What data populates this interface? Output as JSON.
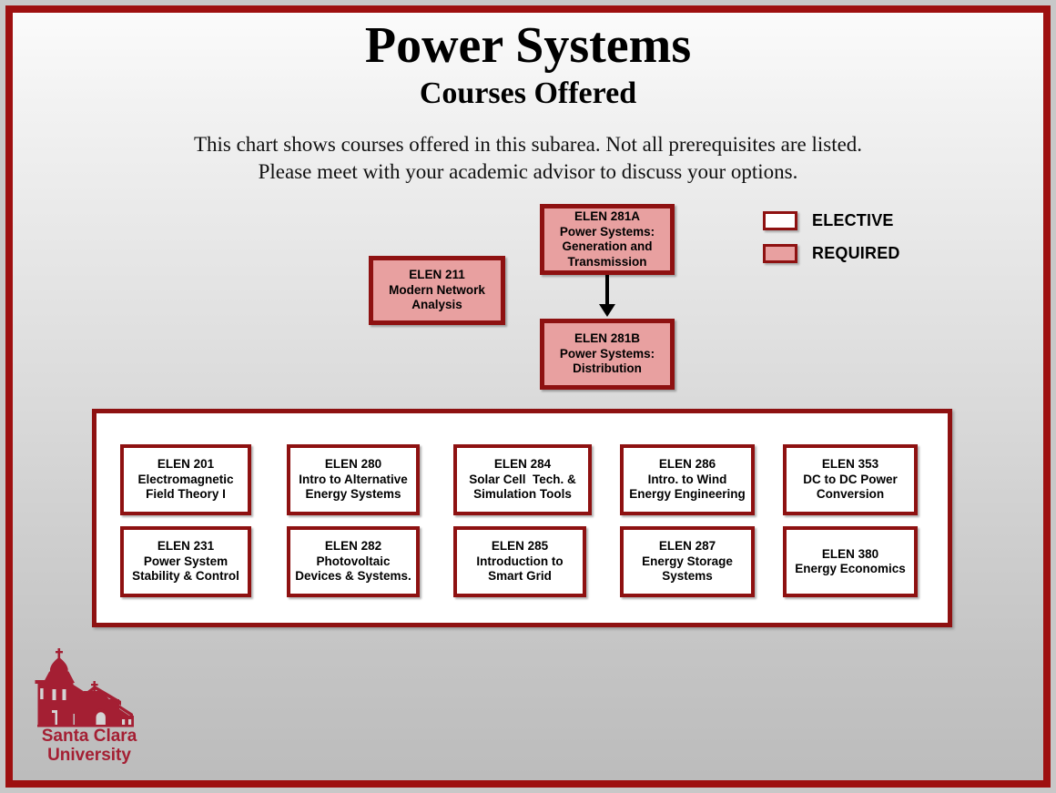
{
  "page": {
    "title": "Power Systems",
    "subtitle": "Courses Offered",
    "description_line_1": "This chart shows courses offered in this subarea. Not all prerequisites are listed.",
    "description_line_2": "Please meet with your academic advisor to discuss your options.",
    "frame_color": "#9e1010",
    "required_fill": "#e8a0a0",
    "elective_fill": "#ffffff",
    "box_border_color": "#8e1111",
    "logo_color": "#a41f33"
  },
  "legend": {
    "items": [
      {
        "label": "ELECTIVE",
        "type": "elective"
      },
      {
        "label": "REQUIRED",
        "type": "required"
      }
    ]
  },
  "required_courses": [
    {
      "code": "ELEN 211",
      "name": "Modern Network\nAnalysis"
    },
    {
      "code": "ELEN 281A",
      "name": "Power Systems:\nGeneration and\nTransmission"
    },
    {
      "code": "ELEN 281B",
      "name": "Power Systems:\nDistribution"
    }
  ],
  "prerequisite_arrows": [
    {
      "from": "ELEN 281A",
      "to": "ELEN 281B"
    }
  ],
  "elective_courses": [
    {
      "code": "ELEN 201",
      "name": "Electromagnetic\nField Theory I"
    },
    {
      "code": "ELEN 280",
      "name": "Intro to Alternative\nEnergy Systems"
    },
    {
      "code": "ELEN 284",
      "name": "Solar Cell  Tech. &\nSimulation Tools"
    },
    {
      "code": "ELEN 286",
      "name": "Intro. to Wind\nEnergy Engineering"
    },
    {
      "code": "ELEN 353",
      "name": "DC to DC Power\nConversion"
    },
    {
      "code": "ELEN 231",
      "name": "Power System\nStability & Control"
    },
    {
      "code": "ELEN 282",
      "name": "Photovoltaic\nDevices & Systems."
    },
    {
      "code": "ELEN 285",
      "name": "Introduction to\nSmart Grid"
    },
    {
      "code": "ELEN 287",
      "name": "Energy Storage\nSystems"
    },
    {
      "code": "ELEN 380",
      "name": "Energy Economics"
    }
  ],
  "logo": {
    "line_1": "Santa Clara",
    "line_2": "University"
  }
}
